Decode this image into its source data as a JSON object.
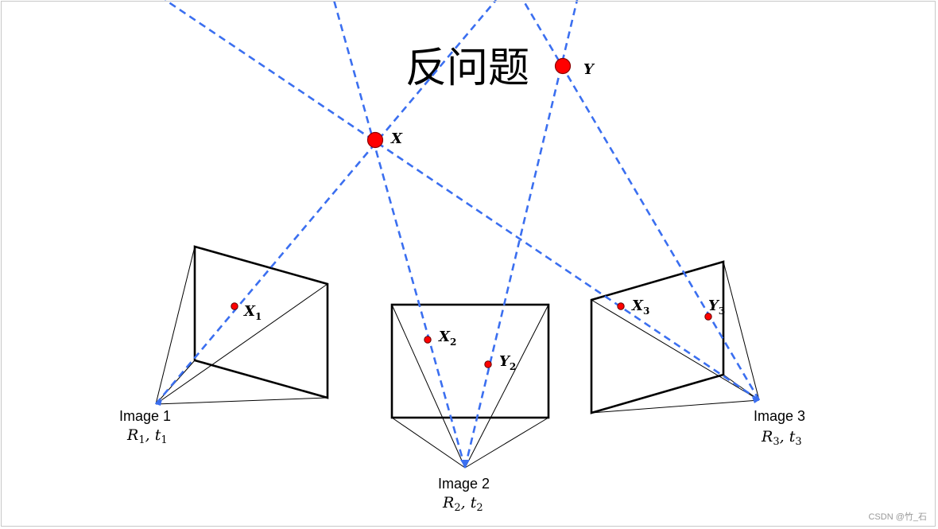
{
  "title": "反问题",
  "points": {
    "X": {
      "label": "X",
      "color": "#ff0000"
    },
    "Y": {
      "label": "Y",
      "color": "#ff0000"
    }
  },
  "projections": [
    {
      "id": "x1",
      "base": "X",
      "sub": "1"
    },
    {
      "id": "x2",
      "base": "X",
      "sub": "2"
    },
    {
      "id": "y2",
      "base": "Y",
      "sub": "2"
    },
    {
      "id": "x3",
      "base": "X",
      "sub": "3"
    },
    {
      "id": "y3",
      "base": "Y",
      "sub": "3"
    }
  ],
  "cameras": [
    {
      "name": "Image 1",
      "R": "R",
      "t": "t",
      "sub": "1"
    },
    {
      "name": "Image 2",
      "R": "R",
      "t": "t",
      "sub": "2"
    },
    {
      "name": "Image 3",
      "R": "R",
      "t": "t",
      "sub": "3"
    }
  ],
  "ray_color": "#3b6ff0",
  "watermark": "CSDN @竹_石"
}
